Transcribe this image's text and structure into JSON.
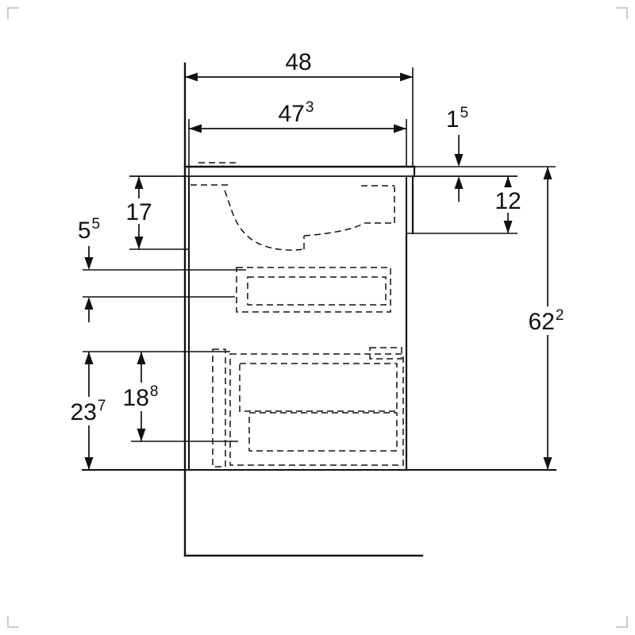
{
  "drawing": {
    "type": "technical-dimension-drawing",
    "subject": "vanity-unit-with-washbasin-side-elevation",
    "line_color": "#111111",
    "background": "#ffffff",
    "dims": {
      "overall_width": {
        "value": "48",
        "sup": ""
      },
      "cabinet_width": {
        "value": "47",
        "sup": "3"
      },
      "countertop_thickness": {
        "value": "1",
        "sup": "5"
      },
      "front_apron_height": {
        "value": "12",
        "sup": ""
      },
      "basin_depth": {
        "value": "17",
        "sup": ""
      },
      "clearance_gap": {
        "value": "5",
        "sup": "5"
      },
      "overall_height": {
        "value": "62",
        "sup": "2"
      },
      "drawer_inner_height": {
        "value": "18",
        "sup": "8"
      },
      "drawer_front_height": {
        "value": "23",
        "sup": "7"
      }
    }
  }
}
